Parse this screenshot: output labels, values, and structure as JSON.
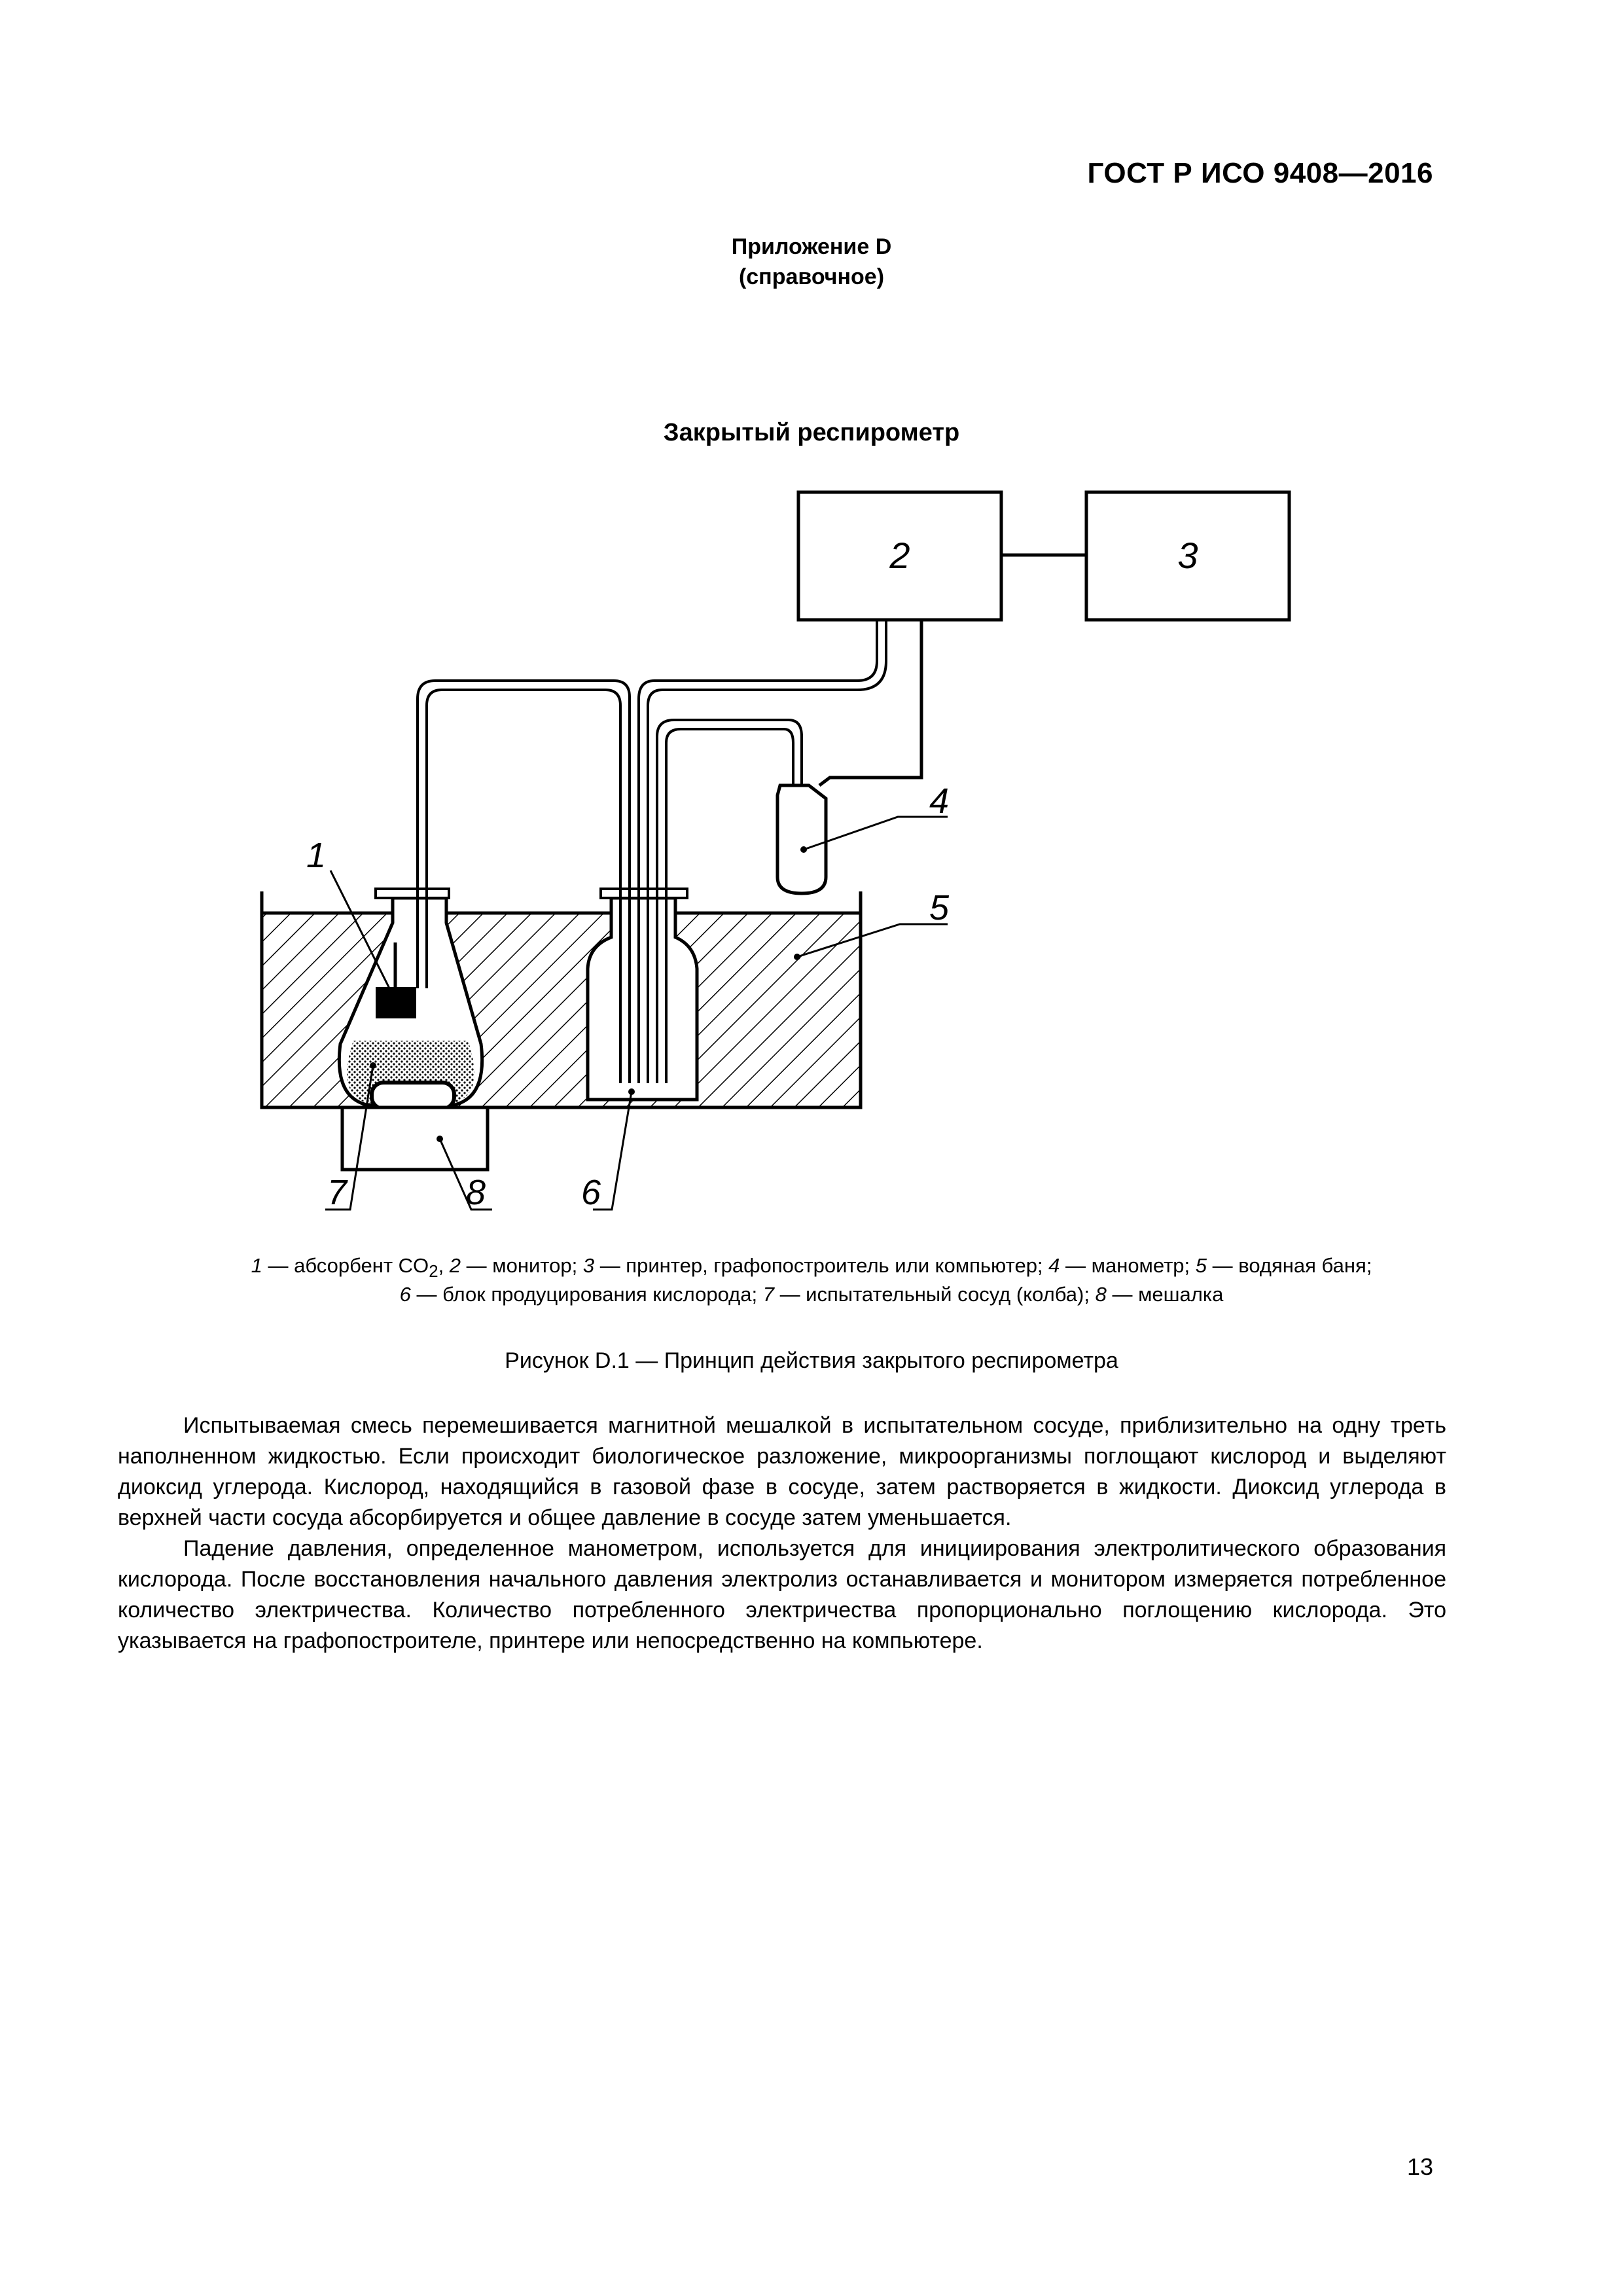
{
  "header": {
    "standard_code": "ГОСТ Р ИСО 9408—2016"
  },
  "appendix": {
    "title": "Приложение D",
    "subtitle": "(справочное)"
  },
  "figure": {
    "title": "Закрытый респирометр",
    "box_labels": {
      "monitor": "2",
      "printer": "3"
    },
    "callouts": {
      "c1": "1",
      "c4": "4",
      "c5": "5",
      "c6": "6",
      "c7": "7",
      "c8": "8"
    },
    "legend": {
      "n1": "1",
      "t1": " — абсорбент CO",
      "sub2": "2",
      "t1b": ", ",
      "n2": "2",
      "t2": " — монитор; ",
      "n3": "3",
      "t3": " — принтер, графопостроитель или компьютер; ",
      "n4": "4",
      "t4": " — манометр; ",
      "n5": "5",
      "t5": " — водяная баня;",
      "n6": "6",
      "t6": " — блок продуцирования кислорода; ",
      "n7": "7",
      "t7": " — испытательный сосуд (колба); ",
      "n8": "8",
      "t8": " — мешалка"
    },
    "caption": "Рисунок D.1 — Принцип действия закрытого респирометра"
  },
  "body": {
    "paragraph1": "Испытываемая смесь перемешивается магнитной мешалкой в испытательном сосуде, приблизительно на одну треть наполненном жидкостью. Если происходит биологическое разложение, микроорганизмы поглощают кислород и выделяют диоксид углерода. Кислород, находящийся в газовой фазе в сосуде, затем растворяется в жидкости. Диоксид углерода в верхней части сосуда абсорбируется и общее давление в сосуде затем уменьшается.",
    "paragraph2": "Падение давления, определенное манометром, используется для инициирования электролитического образования кислорода. После восстановления начального давления электролиз останавливается и монитором измеряется потребленное количество электричества. Количество потребленного электричества пропорционально поглощению кислорода. Это указывается на графопостроителе, принтере или непосредственно на компьютере."
  },
  "footer": {
    "page_number": "13"
  }
}
